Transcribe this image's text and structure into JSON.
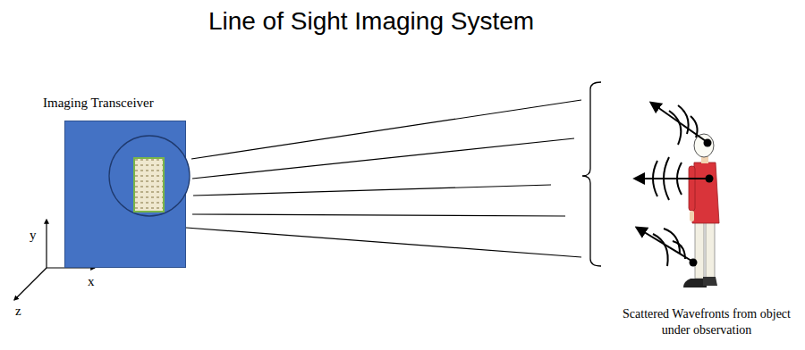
{
  "diagram": {
    "title": "Line of Sight Imaging System",
    "nodes": [
      {
        "text": [
          "Imaging Transceiver"
        ]
      }
    ],
    "labels": [
      "y",
      "x",
      "z",
      "Scattered Wavefronts from object under observation"
    ]
  }
}
